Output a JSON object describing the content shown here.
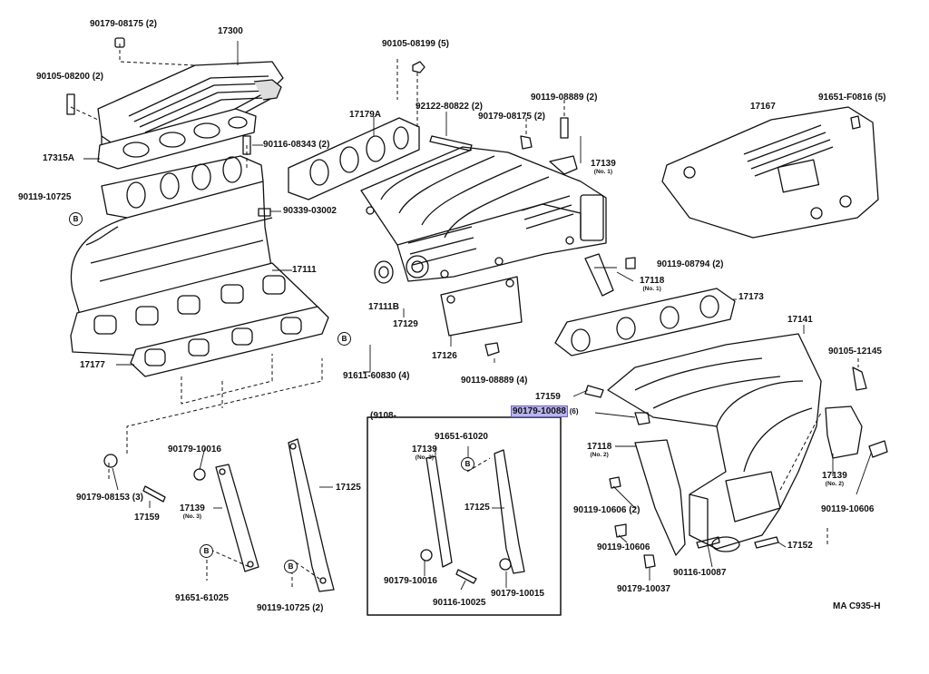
{
  "diagram": {
    "page_code": "MA C935-H",
    "box_header": "(9108-",
    "highlight_color": "#b9b4ee",
    "circle_marker": "B",
    "labels": {
      "p17300": "17300",
      "p90179_08175_top": "90179-08175",
      "p90179_08175_top_qty": "(2)",
      "p90105_08200": "90105-08200",
      "p90105_08200_qty": "(2)",
      "p17315A": "17315A",
      "p90116_08343": "90116-08343",
      "p90116_08343_qty": "(2)",
      "p90119_10725_left": "90119-10725",
      "p90339_03002": "90339-03002",
      "p17111": "17111",
      "p17177": "17177",
      "p91611_60830": "91611-60830",
      "p91611_60830_qty": "(4)",
      "p90105_08199": "90105-08199",
      "p90105_08199_qty": "(5)",
      "p17179A": "17179A",
      "p92122_80822": "92122-80822",
      "p92122_80822_qty": "(2)",
      "p90179_08175_mid": "90179-08175",
      "p90179_08175_mid_qty": "(2)",
      "p90119_08889_top": "90119-08889",
      "p90119_08889_top_qty": "(2)",
      "p17139_no1": "17139",
      "p17139_no1_sub": "(No. 1)",
      "p17111B": "17111B",
      "p17129": "17129",
      "p17126": "17126",
      "p90119_08889_bot": "90119-08889",
      "p90119_08889_bot_qty": "(4)",
      "p17167": "17167",
      "p91651_F0816": "91651-F0816",
      "p91651_F0816_qty": "(5)",
      "p90119_08794": "90119-08794",
      "p90119_08794_qty": "(2)",
      "p17118_no1": "17118",
      "p17118_no1_sub": "(No. 1)",
      "p17173": "17173",
      "p17141": "17141",
      "p90105_12145": "90105-12145",
      "p17159_right": "17159",
      "p90179_10088": "90179-10088",
      "p90179_10088_qty": "(6)",
      "p17118_no2": "17118",
      "p17118_no2_sub": "(No. 2)",
      "p17139_no2": "17139",
      "p17139_no2_sub": "(No. 2)",
      "p90119_10606_right": "90119-10606",
      "p90119_10606_a": "90119-10606",
      "p90119_10606_a_qty": "(2)",
      "p90119_10606_b": "90119-10606",
      "p90116_10087": "90116-10087",
      "p17152": "17152",
      "p90179_10037": "90179-10037",
      "p90179_10016_left": "90179-10016",
      "p90179_08153": "90179-08153",
      "p90179_08153_qty": "(3)",
      "p17159_left": "17159",
      "p17139_no3_left": "17139",
      "p17139_no3_left_sub": "(No. 3)",
      "p91651_61025": "91651-61025",
      "p17125_left": "17125",
      "p90119_10725_bot": "90119-10725",
      "p90119_10725_bot_qty": "(2)",
      "p91651_61020": "91651-61020",
      "p17139_no3_box": "17139",
      "p17139_no3_box_sub": "(No. 3)",
      "p17125_box": "17125",
      "p90179_10016_box": "90179-10016",
      "p90116_10025": "90116-10025",
      "p90179_10015": "90179-10015"
    }
  }
}
